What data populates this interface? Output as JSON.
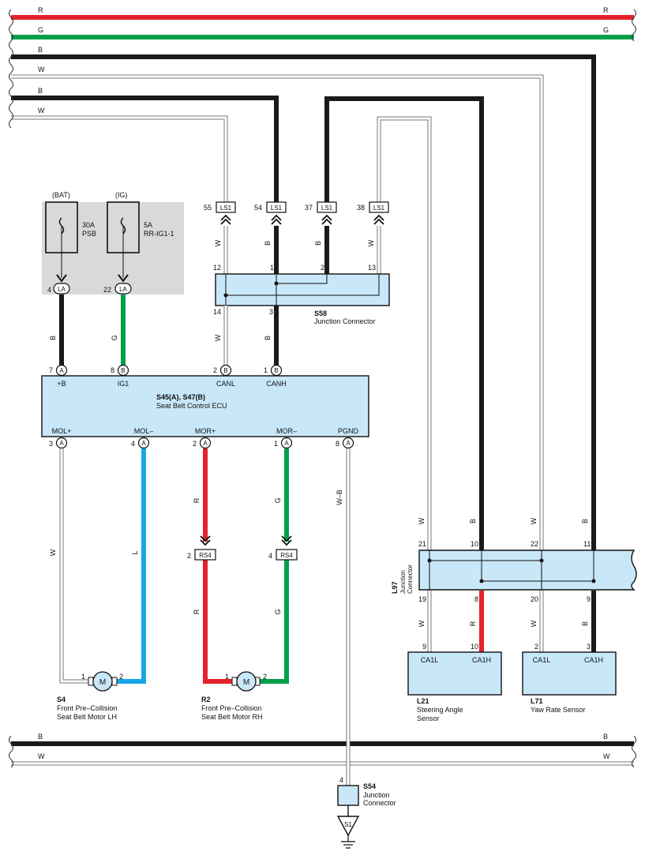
{
  "wire_colors": {
    "R": "#e3222b",
    "G": "#00a04a",
    "B": "#1a1a1a",
    "W": "#ffffff",
    "L": "#17a6e6",
    "WB": "#ffffff"
  },
  "box_fill": "#c8e7f8",
  "fuse_area_fill": "#d9d9d9",
  "bus": {
    "r": "R",
    "g": "G",
    "b": "B",
    "w": "W"
  },
  "fuses": {
    "bat": {
      "label": "(BAT)",
      "rating": "30A",
      "name": "PSB",
      "pin": "4",
      "conn": "LA"
    },
    "ig": {
      "label": "(IG)",
      "rating": "5A",
      "name": "RR-IG1-1",
      "pin": "22",
      "conn": "LA"
    }
  },
  "ls1": [
    {
      "pin": "55",
      "conn": "LS1"
    },
    {
      "pin": "54",
      "conn": "LS1"
    },
    {
      "pin": "37",
      "conn": "LS1"
    },
    {
      "pin": "38",
      "conn": "LS1"
    }
  ],
  "s58": {
    "code": "S58",
    "name": "Junction Connector",
    "pins_top": [
      "12",
      "1",
      "2",
      "13"
    ],
    "pins_bottom": [
      "14",
      "3"
    ]
  },
  "ecu": {
    "code": "S45(A), S47(B)",
    "name": "Seat Belt Control ECU",
    "top_terms": [
      {
        "pin": "7",
        "conn": "A",
        "label": "+B"
      },
      {
        "pin": "8",
        "conn": "B",
        "label": "IG1"
      },
      {
        "pin": "2",
        "conn": "B",
        "label": "CANL"
      },
      {
        "pin": "1",
        "conn": "B",
        "label": "CANH"
      }
    ],
    "bottom_terms": [
      {
        "pin": "3",
        "conn": "A",
        "label": "MOL+"
      },
      {
        "pin": "4",
        "conn": "A",
        "label": "MOL–"
      },
      {
        "pin": "2",
        "conn": "A",
        "label": "MOR+"
      },
      {
        "pin": "1",
        "conn": "A",
        "label": "MOR–"
      },
      {
        "pin": "8",
        "conn": "A",
        "label": "PGND"
      }
    ]
  },
  "rs4": [
    {
      "pin": "2",
      "conn": "RS4"
    },
    {
      "pin": "4",
      "conn": "RS4"
    }
  ],
  "wire_labels": {
    "b": "B",
    "g": "G",
    "w": "W",
    "r": "R",
    "l": "L",
    "wb": "W–B"
  },
  "motors": {
    "lh": {
      "code": "S4",
      "name_line1": "Front Pre–Collision",
      "name_line2": "Seat Belt Motor LH",
      "pin1": "1",
      "pin2": "2",
      "symbol": "M"
    },
    "rh": {
      "code": "R2",
      "name_line1": "Front Pre–Collision",
      "name_line2": "Seat Belt Motor RH",
      "pin1": "1",
      "pin2": "2",
      "symbol": "M"
    }
  },
  "l97": {
    "code": "L97",
    "name_line1": "Junction",
    "name_line2": "Connector",
    "pins_top": [
      "21",
      "10",
      "22",
      "11"
    ],
    "pins_bottom": [
      "19",
      "8",
      "20",
      "9"
    ]
  },
  "sensors": {
    "l21": {
      "code": "L21",
      "name_line1": "Steering Angle",
      "name_line2": "Sensor",
      "pin_l": "9",
      "pin_h": "10",
      "term_l": "CA1L",
      "term_h": "CA1H"
    },
    "l71": {
      "code": "L71",
      "name_line1": "Yaw Rate Sensor",
      "pin_l": "2",
      "pin_h": "3",
      "term_l": "CA1L",
      "term_h": "CA1H"
    }
  },
  "s54": {
    "code": "S54",
    "name_line1": "Junction",
    "name_line2": "Connector",
    "pin": "4"
  },
  "ground": {
    "label": "S1"
  }
}
